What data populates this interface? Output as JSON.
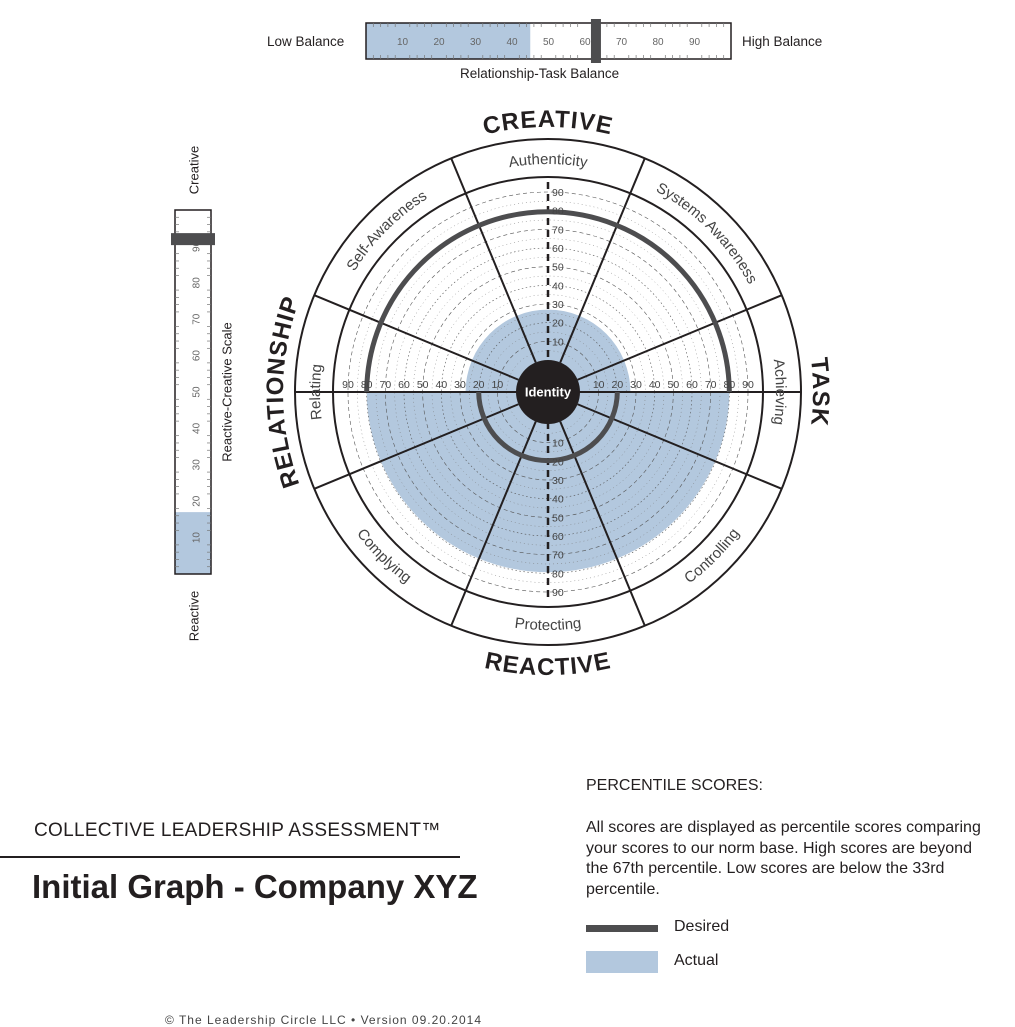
{
  "chart_data": [
    {
      "type": "radial",
      "center_label": "Identity",
      "quadrant_labels": {
        "top": "CREATIVE",
        "right": "TASK",
        "bottom": "REACTIVE",
        "left": "RELATIONSHIP"
      },
      "scale_ticks": [
        10,
        20,
        30,
        40,
        50,
        60,
        70,
        80,
        90
      ],
      "dimensions": [
        {
          "name": "Authenticity"
        },
        {
          "name": "Systems Awareness"
        },
        {
          "name": "Achieving"
        },
        {
          "name": "Controlling"
        },
        {
          "name": "Protecting"
        },
        {
          "name": "Complying"
        },
        {
          "name": "Relating"
        },
        {
          "name": "Self-Awareness"
        }
      ],
      "series": [
        {
          "name": "Desired",
          "color": "#4d4d4f",
          "values": {
            "creative_half": 80,
            "reactive_half": 20
          }
        },
        {
          "name": "Actual",
          "color": "#b3c8de",
          "values": {
            "creative_half": 27,
            "reactive_half": 80
          }
        }
      ]
    },
    {
      "type": "bar",
      "orientation": "horizontal",
      "axis_label": "Relationship-Task Balance",
      "left_label": "Low Balance",
      "right_label": "High Balance",
      "ticks": [
        10,
        20,
        30,
        40,
        50,
        60,
        70,
        80,
        90
      ],
      "range": [
        0,
        100
      ],
      "actual": 45,
      "desired": 63
    },
    {
      "type": "bar",
      "orientation": "vertical",
      "axis_label": "Reactive-Creative Scale",
      "top_label": "Creative",
      "bottom_label": "Reactive",
      "ticks": [
        10,
        20,
        30,
        40,
        50,
        60,
        70,
        80,
        90
      ],
      "range": [
        0,
        100
      ],
      "actual": 17,
      "desired": 92
    }
  ],
  "labels": {
    "brand": "COLLECTIVE LEADERSHIP ASSESSMENT™",
    "title": "Initial Graph - Company XYZ",
    "percentile_heading": "PERCENTILE SCORES:",
    "percentile_text": "All scores are displayed as percentile scores comparing your scores to our norm base. High scores are beyond the 67th percentile. Low scores are below the 33rd percentile.",
    "legend_desired": "Desired",
    "legend_actual": "Actual",
    "footer": "© The Leadership Circle LLC • Version 09.20.2014"
  }
}
